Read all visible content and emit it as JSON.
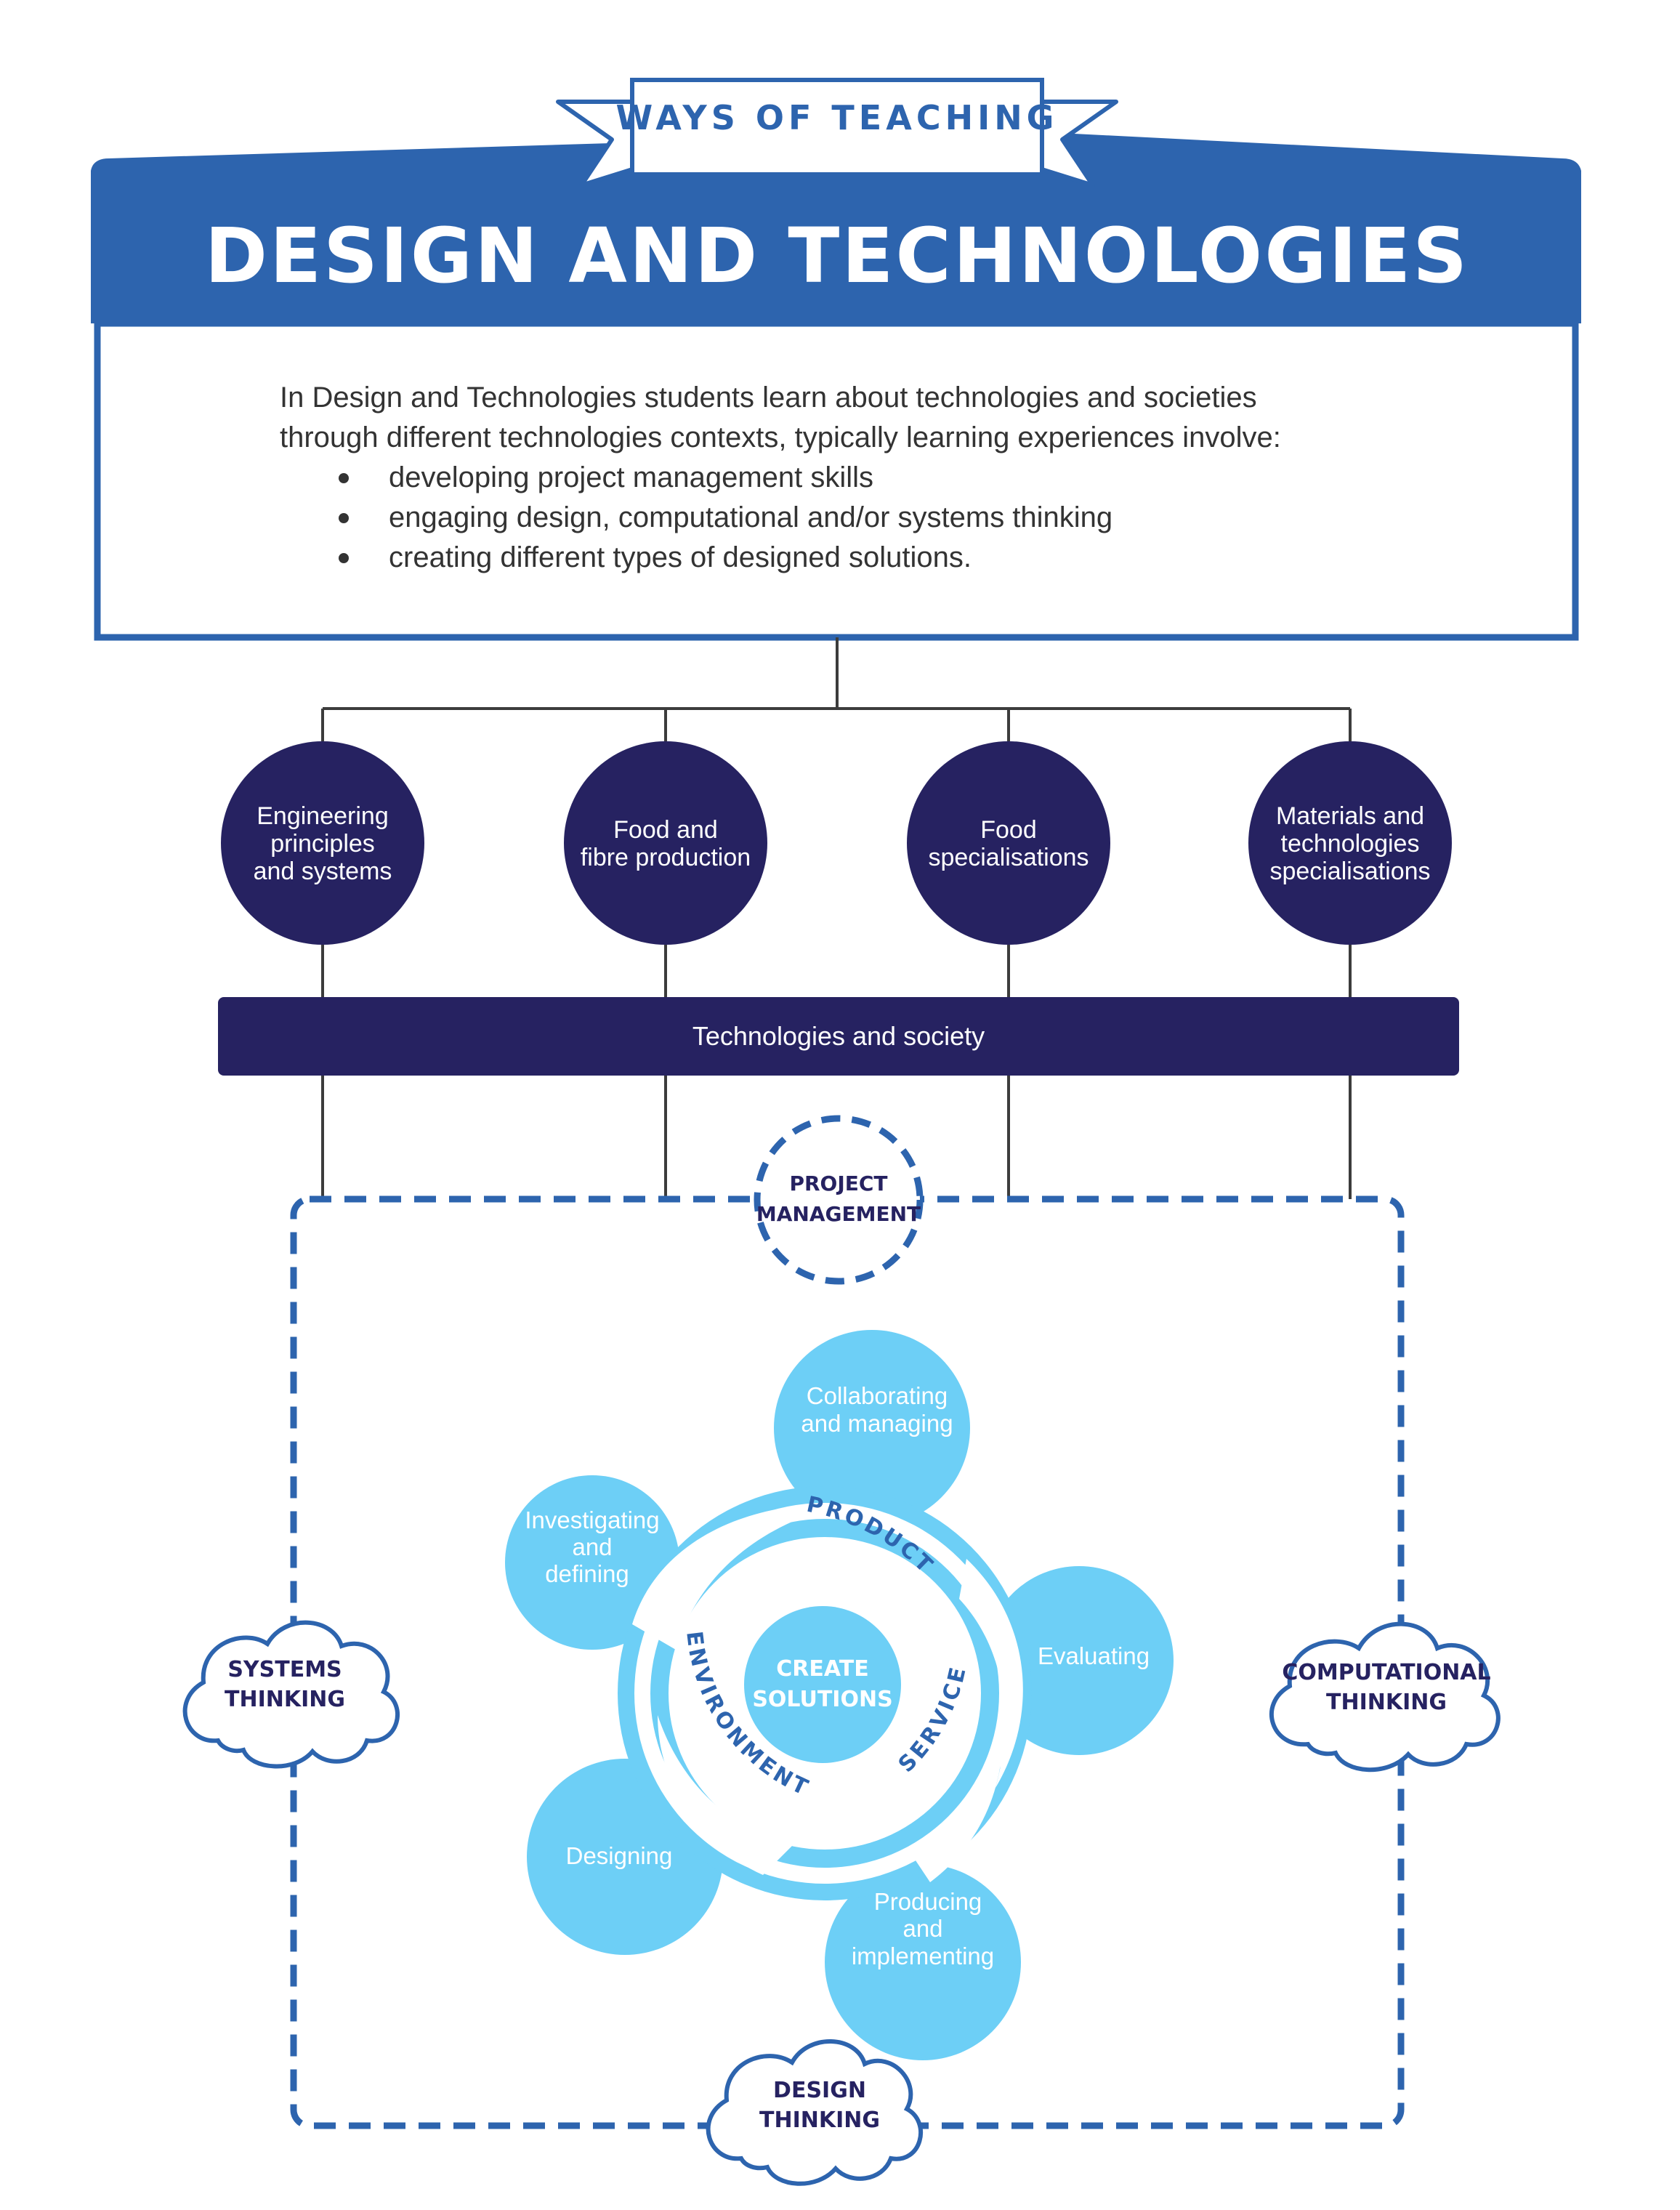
{
  "banner": {
    "label": "WAYS OF TEACHING"
  },
  "header": {
    "title": "DESIGN AND TECHNOLOGIES"
  },
  "intro": {
    "line1": "In Design and Technologies students learn about technologies and societies",
    "line2": "through different technologies contexts, typically learning experiences involve:",
    "bullets": [
      "developing project management skills",
      "engaging design, computational and/or systems thinking",
      "creating different types of designed solutions."
    ]
  },
  "contexts": [
    {
      "lines": [
        "Engineering",
        "principles",
        "and systems"
      ]
    },
    {
      "lines": [
        "Food and",
        "fibre production"
      ]
    },
    {
      "lines": [
        "Food",
        "specialisations"
      ]
    },
    {
      "lines": [
        "Materials and",
        "technologies",
        "specialisations"
      ]
    }
  ],
  "society_bar": {
    "label": "Technologies and society"
  },
  "project_management": {
    "lines": [
      "PROJECT",
      "MANAGEMENT"
    ]
  },
  "thinking": {
    "systems": [
      "SYSTEMS",
      "THINKING"
    ],
    "computational": [
      "COMPUTATIONAL",
      "THINKING"
    ],
    "design": [
      "DESIGN",
      "THINKING"
    ]
  },
  "process": {
    "center": [
      "CREATE",
      "SOLUTIONS"
    ],
    "ring": {
      "product": "PRODUCT",
      "environment": "ENVIRONMENT",
      "service": "SERVICE"
    },
    "stages": {
      "collaborating": [
        "Collaborating",
        "and managing"
      ],
      "investigating": [
        "Investigating",
        "and",
        "defining"
      ],
      "evaluating": [
        "Evaluating"
      ],
      "designing": [
        "Designing"
      ],
      "producing": [
        "Producing",
        "and",
        "implementing"
      ]
    }
  },
  "colors": {
    "blue": "#2d64ae",
    "navy": "#262261",
    "sky": "#6dcff6",
    "connector": "#3c3c3c"
  }
}
